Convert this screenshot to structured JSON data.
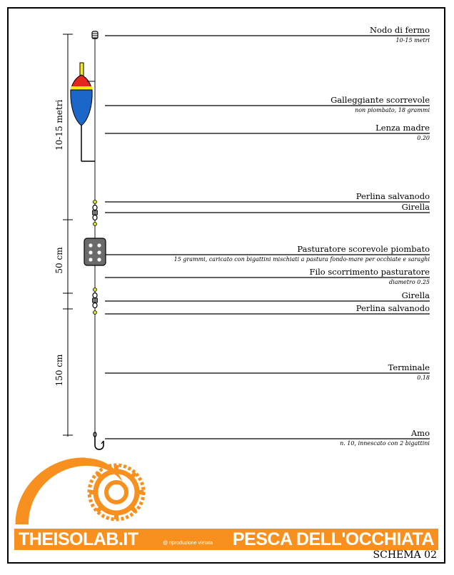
{
  "diagram": {
    "labels": [
      {
        "title": "Nodo di fermo",
        "sub": "10-15 metri"
      },
      {
        "title": "Galleggiante scorrevole",
        "sub": "non piombato, 18 grammi"
      },
      {
        "title": "Lenza madre",
        "sub": "0.20"
      },
      {
        "title": "Perlina salvanodo",
        "sub": ""
      },
      {
        "title": "Girella",
        "sub": ""
      },
      {
        "title": "Pasturatore scorevole piombato",
        "sub": "15 grammi, caricato con bigattini mischiati a pastura fondo-mare per occhiate e saraghi"
      },
      {
        "title": "Filo scorrimento pasturatore",
        "sub": "diametro 0.25"
      },
      {
        "title": "Girella",
        "sub": ""
      },
      {
        "title": "Perlina salvanodo",
        "sub": ""
      },
      {
        "title": "Terminale",
        "sub": "0.18"
      },
      {
        "title": "Amo",
        "sub": "n. 10, innescato con 2 bigattini"
      }
    ],
    "dimensions": [
      "10-15 metri",
      "50 cm",
      "150 cm"
    ]
  },
  "banner": {
    "site": "THEISOLAB.IT",
    "rights": "@ riproduzione vietata",
    "title": "PESCA DELL'OCCHIATA",
    "scheme": "SCHEMA 02"
  },
  "colors": {
    "brand_orange": "#f7901e",
    "float_red": "#e4261c",
    "float_blue": "#1a66c9",
    "float_yellow": "#ffe81a",
    "bead_yellow": "#d8e21a"
  }
}
